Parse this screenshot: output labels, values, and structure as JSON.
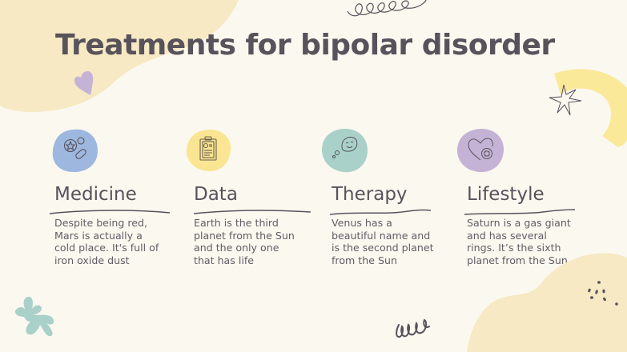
{
  "slide": {
    "title": "Treatments for bipolar disorder",
    "colors": {
      "background": "#fbf8f0",
      "text": "#58525b",
      "cream_blob": "#f6e9c3",
      "yellow_arc": "#fbe99a",
      "lavender": "#c5b3d6",
      "mint": "#a9d1c9",
      "blue": "#9db7df",
      "yellow": "#fae592"
    },
    "items": [
      {
        "heading": "Medicine",
        "icon": "pills-icon",
        "blob_color": "#9db7df",
        "lines": [
          "Despite being red,",
          "Mars is actually a",
          "cold place. It's full of",
          "iron oxide dust"
        ]
      },
      {
        "heading": "Data",
        "icon": "clipboard-icon",
        "blob_color": "#fae592",
        "lines": [
          "Earth is the third",
          "planet from the Sun",
          "and the only one",
          "that has life"
        ]
      },
      {
        "heading": "Therapy",
        "icon": "thought-bubble-icon",
        "blob_color": "#a9d1c9",
        "lines": [
          "Venus has a",
          "beautiful name and",
          "is the second planet",
          "from the Sun"
        ]
      },
      {
        "heading": "Lifestyle",
        "icon": "heart-plus-icon",
        "blob_color": "#c5b3d6",
        "lines": [
          "Saturn is a gas giant",
          "and has several",
          "rings. It’s the sixth",
          "planet from the Sun"
        ]
      }
    ]
  }
}
